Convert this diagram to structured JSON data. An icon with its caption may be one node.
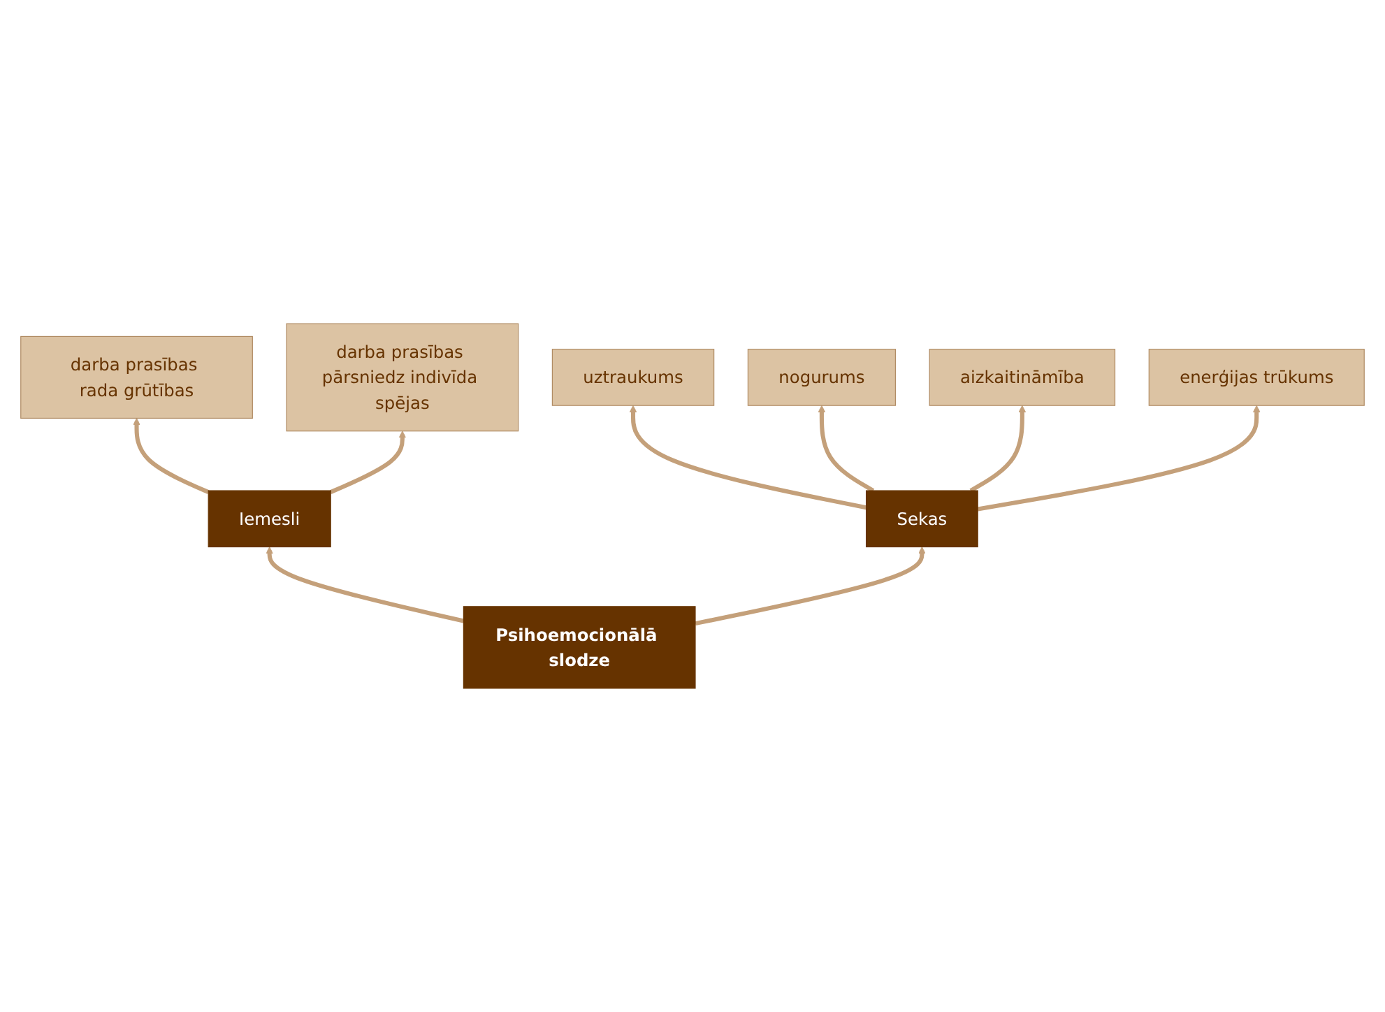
{
  "diagram": {
    "nodes": [
      {
        "text": [
          "darba prasības rada grūtības"
        ]
      },
      {
        "text": [
          "darba prasības pārsniedz indivīda spējas"
        ]
      },
      {
        "text": [
          "Iemesli"
        ]
      },
      {
        "text": [
          "Psihoemocionālā slodze"
        ]
      },
      {
        "text": [
          "uztraukums"
        ]
      },
      {
        "text": [
          "Sekas"
        ]
      },
      {
        "text": [
          "nogurums"
        ]
      },
      {
        "text": [
          "aizkaitināmība"
        ]
      },
      {
        "text": [
          "enerģijas trūkums"
        ]
      }
    ],
    "edges": [
      {
        "from": 3,
        "to": 2,
        "arrow": "to"
      },
      {
        "from": 2,
        "to": 0,
        "arrow": "to"
      },
      {
        "from": 2,
        "to": 1,
        "arrow": "to"
      },
      {
        "from": 3,
        "to": 5,
        "arrow": "to"
      },
      {
        "from": 5,
        "to": 4,
        "arrow": "to"
      },
      {
        "from": 5,
        "to": 6,
        "arrow": "to"
      },
      {
        "from": 5,
        "to": 7,
        "arrow": "to"
      },
      {
        "from": 5,
        "to": 8,
        "arrow": "to"
      }
    ]
  }
}
